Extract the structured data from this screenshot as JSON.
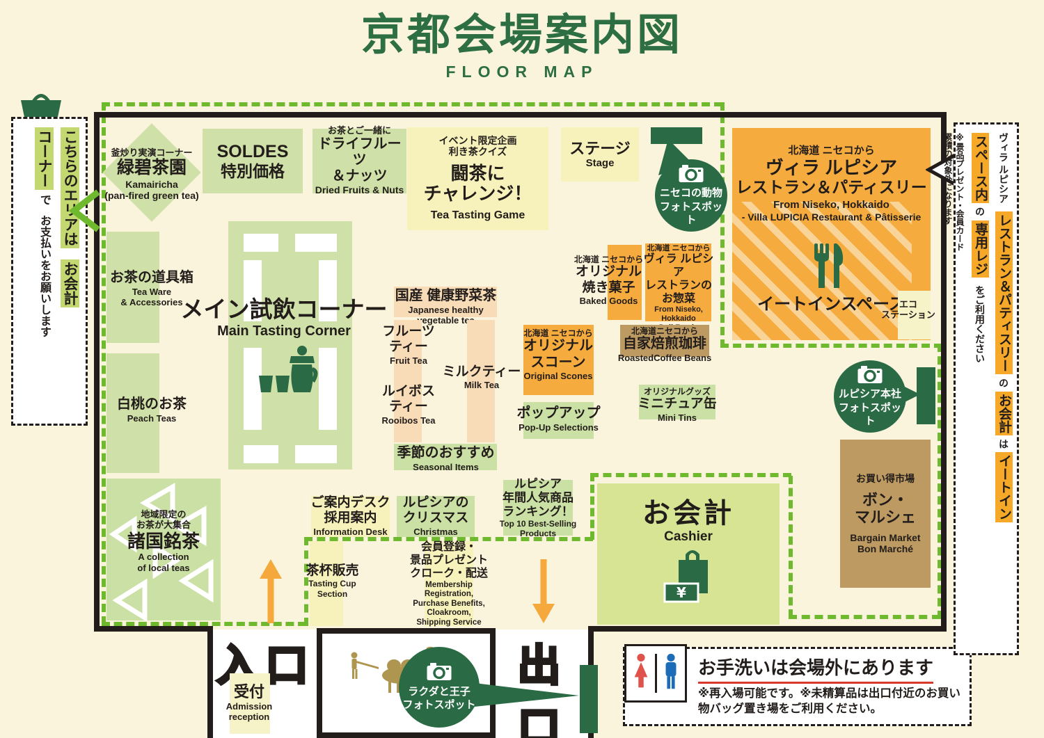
{
  "colors": {
    "background": "#faf4dc",
    "title_green": "#2d6e43",
    "dark_green": "#2a6b45",
    "light_green": "#cfe0a8",
    "pale_green": "#cbe0a4",
    "cashier_green": "#d6e494",
    "yellow": "#f7f2bb",
    "pale_yellow": "#f7f3c8",
    "orange": "#f6ab3f",
    "tan": "#f8dcb8",
    "brown": "#bc9a61",
    "highlight_green": "#c3d871",
    "highlight_orange": "#f6a928",
    "line_green": "#6eb92e",
    "wall_black": "#221d1a",
    "underline_red": "#d9382e",
    "woman_red": "#e0534a",
    "man_blue": "#1c6cb8",
    "camel_gold": "#ae9550"
  },
  "title": {
    "main": "京都会場案内図",
    "sub": "FLOOR MAP"
  },
  "left_sign": {
    "seg1": "こちらのエリアは",
    "seg2": "お会計",
    "seg3": "コーナー",
    "seg4": "で",
    "seg5": "お支払いをお願いします"
  },
  "right_sign": {
    "seg1": "ヴィラ ルピシア",
    "seg2": "レストラン＆パティスリー",
    "seg3": "の",
    "seg4": "お会計",
    "seg5": "は",
    "seg6": "イートイン",
    "seg7": "スペース内",
    "seg8": "の",
    "seg9": "専用レジ",
    "seg10": "をご利用ください",
    "note1": "※景品プレゼント・会員カード",
    "note2": "累積の対象外になります"
  },
  "booths": {
    "kamairicha": {
      "small": "釜炒り実演コーナー",
      "jp": "緑碧茶園",
      "en1": "Kamairicha",
      "en2": "(pan-fired green tea)"
    },
    "soldes": {
      "l1": "SOLDES",
      "l2": "特別価格"
    },
    "dried_fruits": {
      "small": "お茶とご一緒に",
      "jp1": "ドライフルーツ",
      "jp2": "＆ナッツ",
      "en": "Dried Fruits & Nuts"
    },
    "tea_game": {
      "small1": "イベント限定企画",
      "small2": "利き茶クイズ",
      "jp1": "闘茶に",
      "jp2": "チャレンジ！",
      "en": "Tea Tasting Game"
    },
    "stage": {
      "jp": "ステージ",
      "en": "Stage"
    },
    "restaurant": {
      "small": "北海道 ニセコから",
      "jp1": "ヴィラ ルピシア",
      "jp2": "レストラン＆パティスリー",
      "en1": "From Niseko, Hokkaido",
      "en2": "- Villa LUPICIA Restaurant & Pâtisserie",
      "eatin": "イートインスペース"
    },
    "eco": {
      "l1": "エコ",
      "l2": "ステーション"
    },
    "teaware": {
      "jp": "お茶の道具箱",
      "en1": "Tea Ware",
      "en2": "& Accessories"
    },
    "peach": {
      "jp": "白桃のお茶",
      "en": "Peach Teas"
    },
    "main_tasting": {
      "jp": "メイン試飲コーナー",
      "en": "Main Tasting Corner"
    },
    "vegetable_tea": {
      "jp": "国産 健康野菜茶",
      "en1": "Japanese healthy",
      "en2": "vegetable tea"
    },
    "fruit_tea": {
      "jp1": "フルーツ",
      "jp2": "ティー",
      "en": "Fruit Tea"
    },
    "rooibos": {
      "jp1": "ルイボス",
      "jp2": "ティー",
      "en": "Rooibos Tea"
    },
    "milk_tea": {
      "jp": "ミルクティー",
      "en": "Milk Tea"
    },
    "seasonal": {
      "jp": "季節のおすすめ",
      "en": "Seasonal Items"
    },
    "scones": {
      "small": "北海道 ニセコから",
      "jp1": "オリジナル",
      "jp2": "スコーン",
      "en": "Original Scones"
    },
    "popup": {
      "jp": "ポップアップ",
      "en": "Pop-Up Selections"
    },
    "baked": {
      "small": "北海道 ニセコから",
      "jp1": "オリジナル",
      "jp2": "焼き菓子",
      "en": "Baked Goods"
    },
    "deli": {
      "small": "北海道 ニセコから",
      "jp1": "ヴィラ ルピシア",
      "jp2": "レストランの",
      "jp3": "お惣菜",
      "en1": "From Niseko,",
      "en2": "Hokkaido",
      "en3": "Deli Foods"
    },
    "coffee": {
      "small": "北海道ニセコから",
      "jp": "自家焙煎珈琲",
      "en": "RoastedCoffee Beans"
    },
    "mini_tins": {
      "small": "オリジナルグッズ",
      "jp": "ミニチュア缶",
      "en": "Mini Tins"
    },
    "bon_marche": {
      "small": "お買い得市場",
      "jp1": "ボン・",
      "jp2": "マルシェ",
      "en1": "Bargain Market",
      "en2": "Bon Marché"
    },
    "info_desk": {
      "jp1": "ご案内デスク",
      "jp2": "採用案内",
      "en": "Information Desk"
    },
    "christmas": {
      "jp1": "ルピシアの",
      "jp2": "クリスマス",
      "en": "Christmas"
    },
    "ranking": {
      "jp1": "ルピシア",
      "jp2": "年間人気商品",
      "jp3": "ランキング！",
      "en1": "Top 10 Best-Selling",
      "en2": "Products"
    },
    "cup_sales": {
      "jp": "茶杯販売",
      "en1": "Tasting Cup",
      "en2": "Section"
    },
    "membership": {
      "jp1": "会員登録・",
      "jp2": "景品プレゼント",
      "jp3": "クローク・配送",
      "en1": "Membership",
      "en2": "Registration,",
      "en3": "Purchase Benefits,",
      "en4": "Cloakroom,",
      "en5": "Shipping Service"
    },
    "cashier": {
      "jp": "お会計",
      "en": "Cashier"
    },
    "local_teas": {
      "small1": "地域限定の",
      "small2": "お茶が大集合",
      "jp": "諸国銘茶",
      "en1": "A collection",
      "en2": "of local teas"
    }
  },
  "photo_spots": {
    "niseko": {
      "l1": "ニセコの動物",
      "l2": "フォトスポット"
    },
    "hq": {
      "l1": "ルピシア本社",
      "l2": "フォトスポット"
    },
    "camel": {
      "l1": "ラクダと王子",
      "l2": "フォトスポット"
    }
  },
  "gates": {
    "entrance": "入口",
    "exit": "出口",
    "reception_jp": "受付",
    "reception_en1": "Admission",
    "reception_en2": "reception"
  },
  "restroom": {
    "title": "お手洗いは会場外にあります",
    "note1": "※再入場可能です。※未精算品は出口付近のお買い",
    "note2": "物バッグ置き場をご利用ください。"
  }
}
